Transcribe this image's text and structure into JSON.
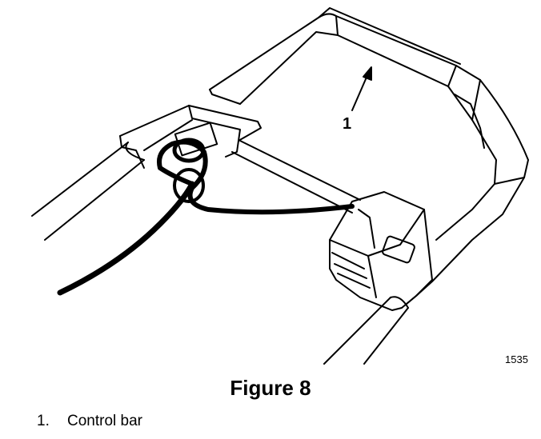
{
  "figure": {
    "callout_number": "1",
    "figure_id": "1535",
    "caption": "Figure 8"
  },
  "legend": {
    "items": [
      {
        "number": "1.",
        "label": "Control bar"
      }
    ]
  }
}
